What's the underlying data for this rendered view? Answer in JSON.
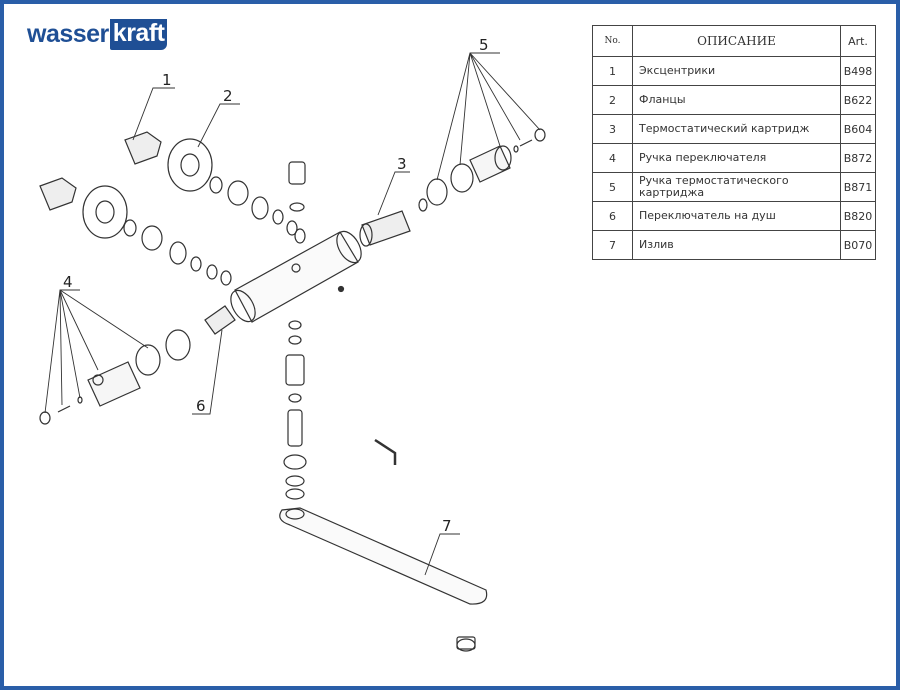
{
  "logo": {
    "part1": "wasser",
    "part2": "kraft"
  },
  "table": {
    "headers": {
      "no": "No.",
      "description": "ОПИСАНИЕ",
      "art": "Art."
    },
    "rows": [
      {
        "no": "1",
        "description": "Эксцентрики",
        "art": "B498"
      },
      {
        "no": "2",
        "description": "Фланцы",
        "art": "B622"
      },
      {
        "no": "3",
        "description": "Термостатический картридж",
        "art": "B604"
      },
      {
        "no": "4",
        "description": "Ручка переключателя",
        "art": "B872"
      },
      {
        "no": "5",
        "description": "Ручка термостатического картриджа",
        "art": "B871"
      },
      {
        "no": "6",
        "description": "Переключатель на душ",
        "art": "B820"
      },
      {
        "no": "7",
        "description": "Излив",
        "art": "B070"
      }
    ]
  },
  "callouts": [
    "1",
    "2",
    "3",
    "4",
    "5",
    "6",
    "7"
  ],
  "colors": {
    "brand": "#1f4f95",
    "frame": "#2a5ea8"
  }
}
